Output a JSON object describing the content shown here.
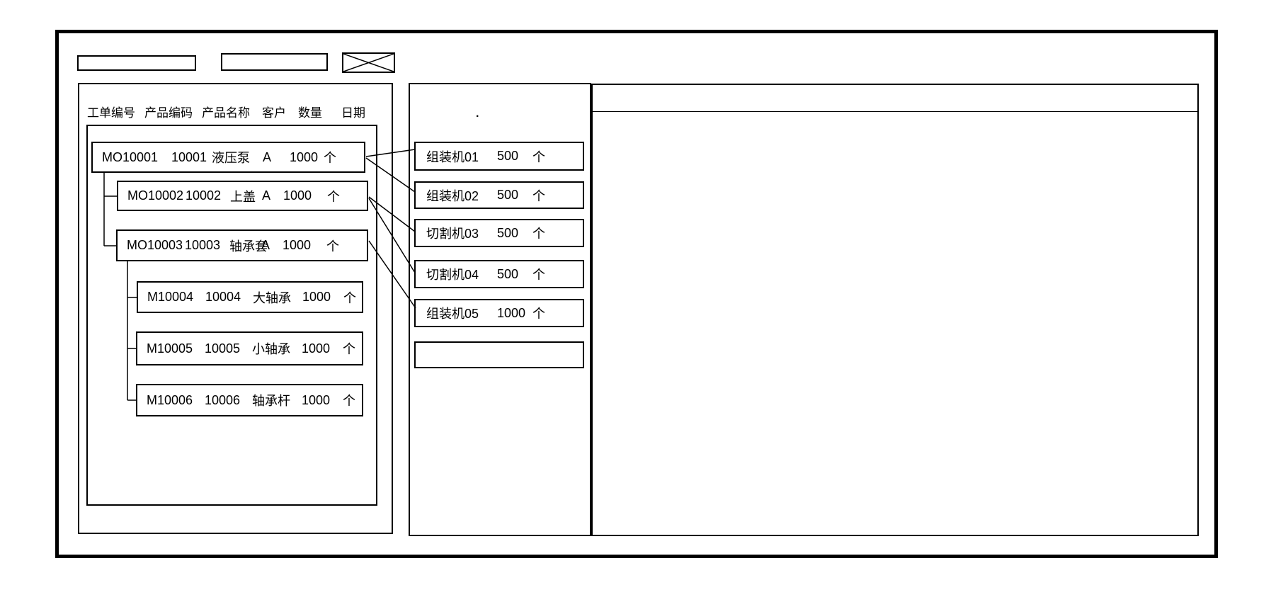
{
  "window": {
    "toolbar": {
      "field1_value": "",
      "field2_value": "",
      "close_icon": "x-crossed-box"
    }
  },
  "left_panel": {
    "columns": [
      "工单编号",
      "产品编码",
      "产品名称",
      "客户",
      "数量",
      "日期"
    ],
    "orders": [
      {
        "level": 0,
        "cells": [
          "MO10001",
          "10001",
          "液压泵",
          "A",
          "1000",
          "个"
        ]
      },
      {
        "level": 1,
        "cells": [
          "MO10002",
          "10002",
          "上盖",
          "A",
          "1000",
          "个"
        ]
      },
      {
        "level": 1,
        "cells": [
          "MO10003",
          "10003",
          "轴承套",
          "A",
          "1000",
          "个"
        ]
      },
      {
        "level": 2,
        "cells": [
          "M10004",
          "10004",
          "大轴承",
          "",
          "1000",
          "个"
        ]
      },
      {
        "level": 2,
        "cells": [
          "M10005",
          "10005",
          "小轴承",
          "",
          "1000",
          "个"
        ]
      },
      {
        "level": 2,
        "cells": [
          "M10006",
          "10006",
          "轴承杆",
          "",
          "1000",
          "个"
        ]
      }
    ]
  },
  "middle_panel": {
    "dot": ".",
    "machines": [
      {
        "name": "组装机01",
        "qty": "500",
        "unit": "个"
      },
      {
        "name": "组装机02",
        "qty": "500",
        "unit": "个"
      },
      {
        "name": "切割机03",
        "qty": "500",
        "unit": "个"
      },
      {
        "name": "切割机04",
        "qty": "500",
        "unit": "个"
      },
      {
        "name": "组装机05",
        "qty": "1000",
        "unit": "个"
      },
      {
        "name": "",
        "qty": "",
        "unit": ""
      }
    ]
  },
  "right_panel": {
    "content": ""
  },
  "connections": [
    {
      "from": "MO10001",
      "to": "组装机01"
    },
    {
      "from": "MO10001",
      "to": "组装机02"
    },
    {
      "from": "MO10002",
      "to": "切割机03"
    },
    {
      "from": "MO10002",
      "to": "切割机04"
    },
    {
      "from": "MO10003",
      "to": "组装机05"
    }
  ],
  "colors": {
    "line": "#000000",
    "background": "#ffffff"
  }
}
